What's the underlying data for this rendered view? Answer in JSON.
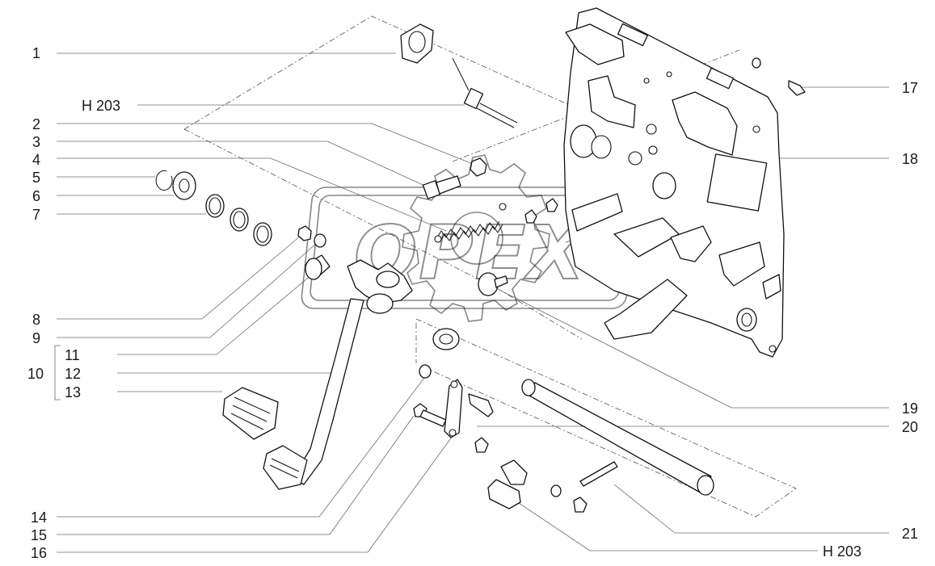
{
  "labels": {
    "l1": "1",
    "h203_top": "H 203",
    "l2": "2",
    "l3": "3",
    "l4": "4",
    "l5": "5",
    "l6": "6",
    "l7": "7",
    "l8": "8",
    "l9": "9",
    "l10": "10",
    "l11": "11",
    "l12": "12",
    "l13": "13",
    "l14": "14",
    "l15": "15",
    "l16": "16",
    "l17": "17",
    "l18": "18",
    "l19": "19",
    "l20": "20",
    "l21": "21",
    "h203_bottom": "H 203"
  },
  "watermark": {
    "text": "OPEX",
    "icon": "gear-icon"
  },
  "colors": {
    "line": "#111111",
    "leader": "#6b6b6b",
    "background": "#ffffff"
  }
}
